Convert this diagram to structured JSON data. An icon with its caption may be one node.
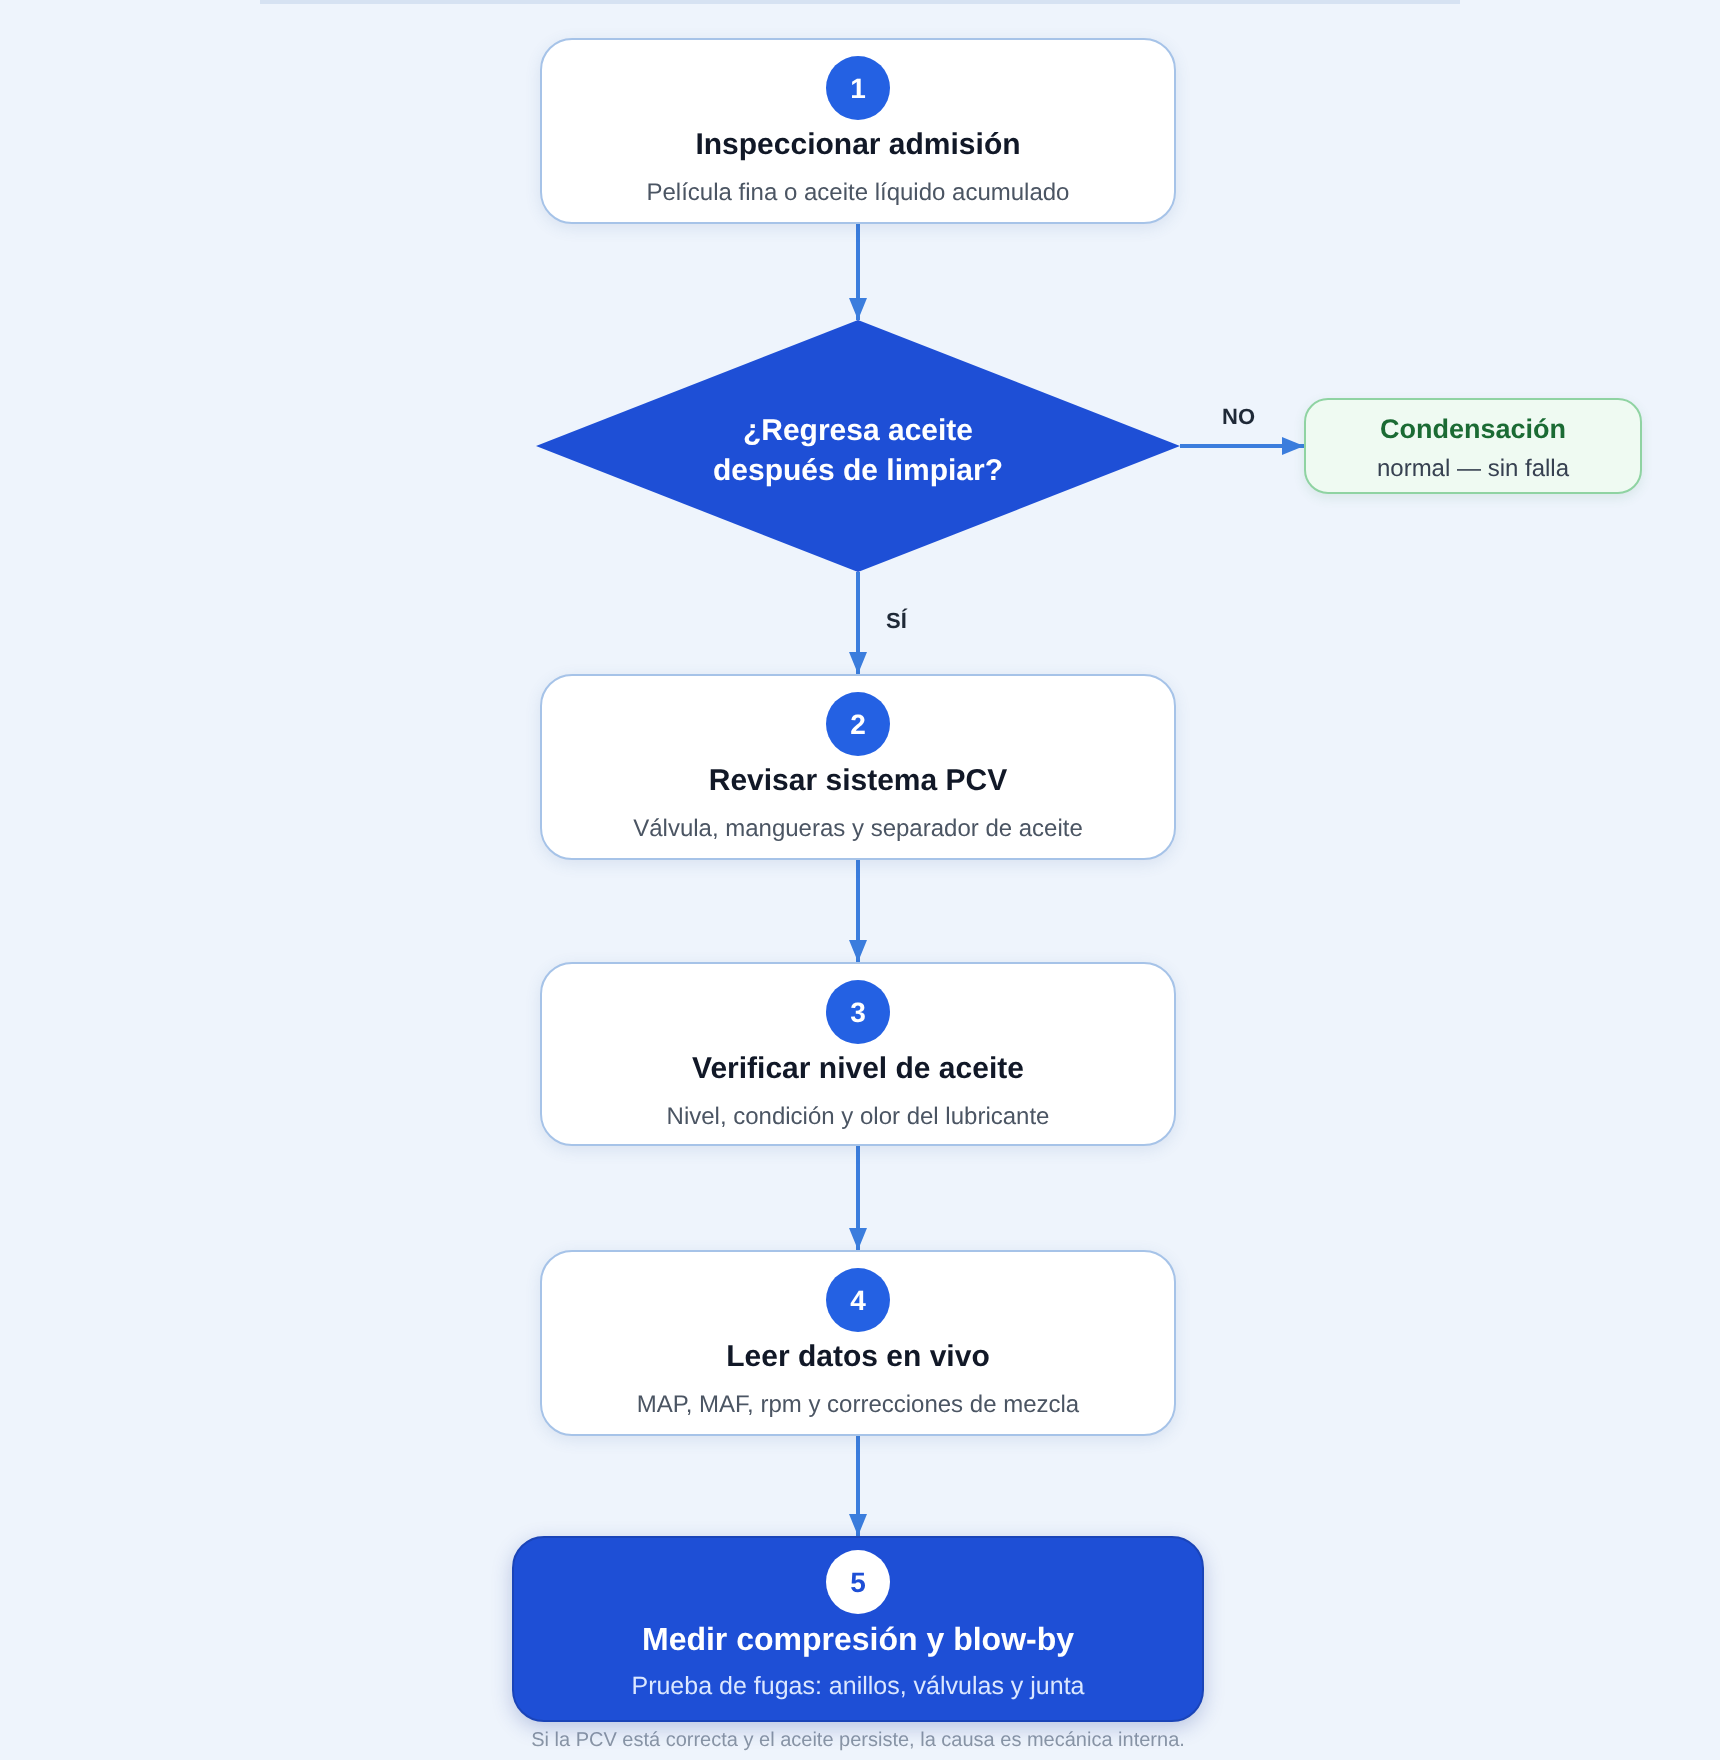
{
  "diagram": {
    "nodes": [
      {
        "text": [
          "1",
          "Inspeccionar admisión",
          "Película fina o aceite líquido acumulado"
        ]
      },
      {
        "text": [
          "¿Regresa aceite después de limpiar?"
        ]
      },
      {
        "text": [
          "Condensación",
          "normal — sin falla"
        ]
      },
      {
        "text": [
          "2",
          "Revisar sistema PCV",
          "Válvula, mangueras y separador de aceite"
        ]
      },
      {
        "text": [
          "3",
          "Verificar nivel de aceite",
          "Nivel, condición y olor del lubricante"
        ]
      },
      {
        "text": [
          "4",
          "Leer datos en vivo",
          "MAP, MAF, rpm y correcciones de mezcla"
        ]
      },
      {
        "text": [
          "5",
          "Medir compresión y blow-by",
          "Prueba de fugas: anillos, válvulas y junta"
        ],
        "beside": [
          "Si la PCV está correcta y el aceite persiste, la causa es mecánica interna."
        ]
      }
    ],
    "edges": [
      {
        "from": 0,
        "to": 1,
        "arrow": "to"
      },
      {
        "from": 1,
        "to": 2,
        "arrow": "to",
        "label": "NO"
      },
      {
        "from": 1,
        "to": 3,
        "arrow": "to",
        "label": "SÍ"
      },
      {
        "from": 3,
        "to": 4,
        "arrow": "to"
      },
      {
        "from": 4,
        "to": 5,
        "arrow": "to"
      },
      {
        "from": 5,
        "to": 6,
        "arrow": "to"
      }
    ]
  }
}
